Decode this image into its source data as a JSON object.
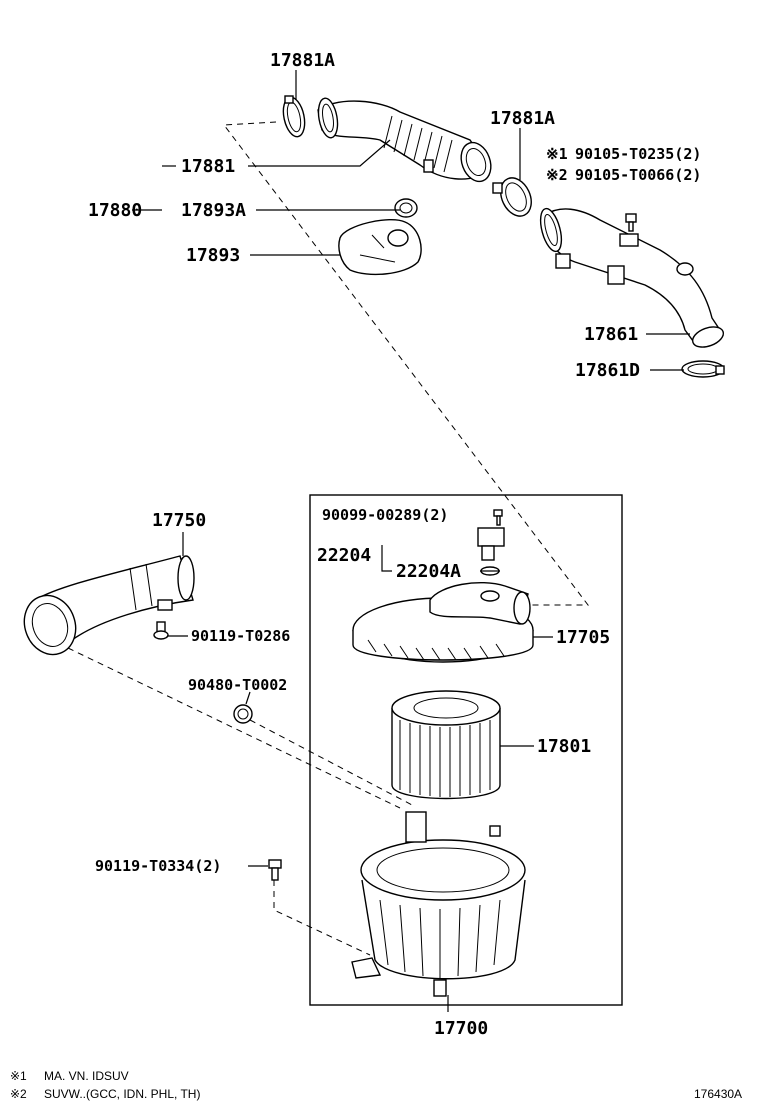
{
  "labels": {
    "p17881A_top": "17881A",
    "p17881A_right": "17881A",
    "p17881": "17881",
    "p17880": "17880",
    "p17893A": "17893A",
    "p17893": "17893",
    "note1_part": "90105-T0235(2)",
    "note2_part": "90105-T0066(2)",
    "p17861": "17861",
    "p17861D": "17861D",
    "p17750": "17750",
    "p90119_T0286": "90119-T0286",
    "p90480_T0002": "90480-T0002",
    "p90099_00289": "90099-00289(2)",
    "p22204": "22204",
    "p22204A": "22204A",
    "p17705": "17705",
    "p17801": "17801",
    "p90119_T0334": "90119-T0334(2)",
    "p17700": "17700"
  },
  "marks": {
    "note1": "※1",
    "note2": "※2"
  },
  "footnotes": [
    {
      "mark": "※1",
      "text": "MA. VN. IDSUV"
    },
    {
      "mark": "※2",
      "text": "SUVW..(GCC, IDN. PHL, TH)"
    }
  ],
  "figure_id": "176430A"
}
